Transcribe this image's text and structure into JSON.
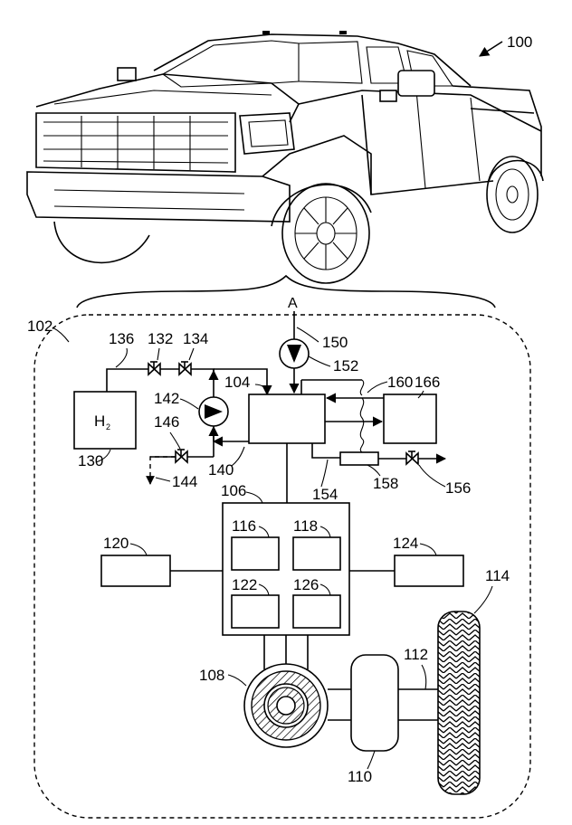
{
  "figure": {
    "refs": {
      "vehicle": "100",
      "system": "102",
      "fuel_cell": "104",
      "controller": "106",
      "motor": "108",
      "transmission": "110",
      "driveshaft": "112",
      "wheel": "114",
      "module_116": "116",
      "module_118": "118",
      "module_120": "120",
      "module_122": "122",
      "module_124": "124",
      "module_126": "126",
      "hydrogen_tank": "130",
      "valve_132": "132",
      "valve_134": "134",
      "supply_line": "136",
      "recirc_line": "140",
      "recirc_pump": "142",
      "purge_line": "144",
      "purge_valve": "146",
      "air_inlet": "150",
      "compressor": "152",
      "exhaust_line": "154",
      "exhaust_valve": "156",
      "separator": "158",
      "coolant_line": "160",
      "radiator": "166"
    },
    "detail_marker": "A",
    "tank_label": "H",
    "tank_label_sub": "2"
  }
}
